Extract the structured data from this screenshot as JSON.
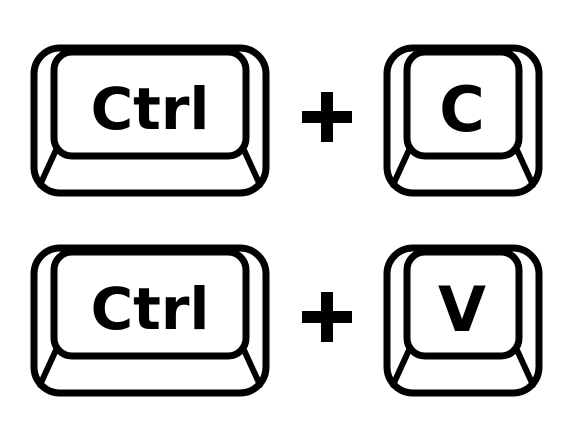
{
  "shortcuts": [
    {
      "modifier": "Ctrl",
      "plus": "+",
      "key": "C"
    },
    {
      "modifier": "Ctrl",
      "plus": "+",
      "key": "V"
    }
  ],
  "colors": {
    "background": "#ffffff",
    "key_stroke": "#000000",
    "key_fill": "#ffffff"
  },
  "icons": {
    "plus": "plus-icon"
  }
}
